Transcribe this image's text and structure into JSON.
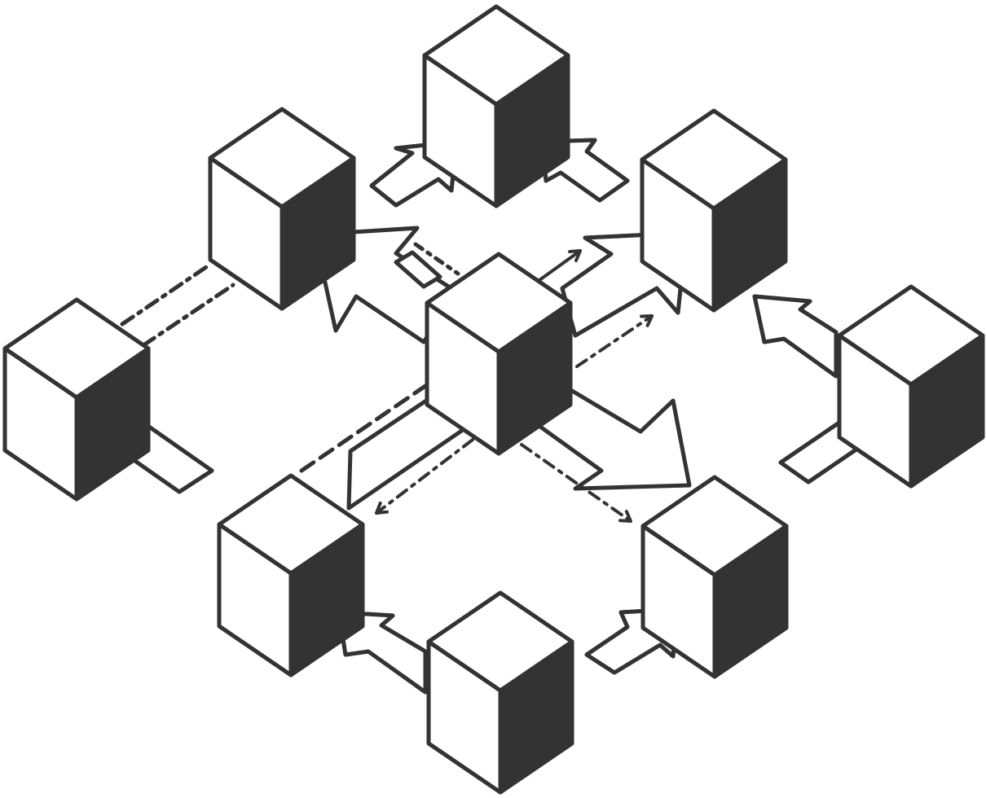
{
  "diagram": {
    "kind": "isometric-network",
    "colors": {
      "stroke": "#333333",
      "shade": "#333333",
      "fill": "#ffffff"
    },
    "nodes": [
      {
        "id": "center",
        "icon": "cube-icon"
      },
      {
        "id": "top",
        "icon": "cube-icon"
      },
      {
        "id": "upper-left",
        "icon": "cube-icon"
      },
      {
        "id": "upper-right",
        "icon": "cube-icon"
      },
      {
        "id": "left",
        "icon": "cube-icon"
      },
      {
        "id": "right",
        "icon": "cube-icon"
      },
      {
        "id": "lower-left",
        "icon": "cube-icon"
      },
      {
        "id": "lower-right",
        "icon": "cube-icon"
      },
      {
        "id": "bottom",
        "icon": "cube-icon"
      }
    ],
    "connectors": [
      {
        "from": "center",
        "to": "upper-left",
        "style": "block-arrow"
      },
      {
        "from": "center",
        "to": "upper-right",
        "style": "block-arrow"
      },
      {
        "from": "center",
        "to": "lower-right",
        "style": "block-arrow"
      },
      {
        "from": "center",
        "to": "upper-right",
        "style": "dash-dot-arrow"
      },
      {
        "from": "center",
        "to": "lower-right",
        "style": "dash-dot-arrow"
      },
      {
        "from": "center",
        "to": "lower-left",
        "style": "dash-dot-arrow"
      },
      {
        "from": "upper-left",
        "to": "left",
        "style": "dash-dot-line"
      },
      {
        "from": "center",
        "to": "lower-left",
        "style": "dashed-line"
      },
      {
        "from": "top",
        "to": "top",
        "style": "inbound-arrows"
      },
      {
        "from": "right",
        "to": "upper-right",
        "style": "block-arrow"
      },
      {
        "from": "bottom",
        "to": "lower-left",
        "style": "block-arrow"
      },
      {
        "from": "bottom",
        "to": "lower-right",
        "style": "block-arrow"
      }
    ]
  }
}
